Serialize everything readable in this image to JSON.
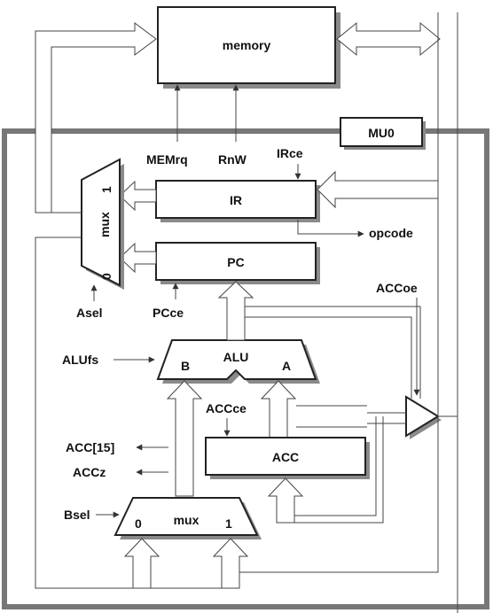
{
  "blocks": {
    "memory": "memory",
    "mu0": "MU0",
    "ir": "IR",
    "pc": "PC",
    "acc": "ACC",
    "alu": "ALU",
    "alu_in_b": "B",
    "alu_in_a": "A",
    "mux_a": "mux",
    "mux_a_in1": "1",
    "mux_a_in0": "0",
    "mux_b": "mux",
    "mux_b_in0": "0",
    "mux_b_in1": "1"
  },
  "signals": {
    "memrq": "MEMrq",
    "rnw": "RnW",
    "irce": "IRce",
    "opcode": "opcode",
    "accoe": "ACCoe",
    "asel": "Asel",
    "pcce": "PCce",
    "alufs": "ALUfs",
    "accce": "ACCce",
    "acc15": "ACC[15]",
    "accz": "ACCz",
    "bsel": "Bsel"
  }
}
